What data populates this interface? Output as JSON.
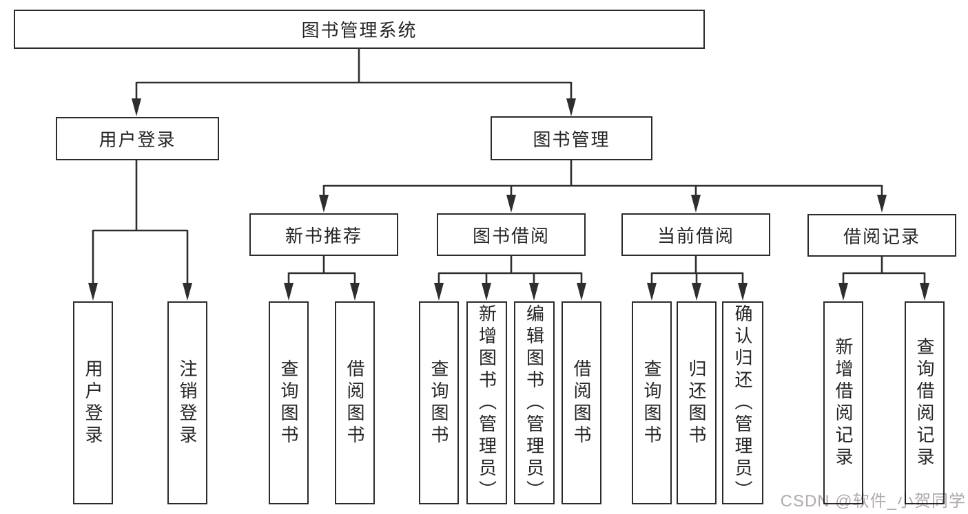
{
  "tree": {
    "root": "图书管理系统",
    "branches": [
      {
        "label": "用户登录",
        "leaves": [
          "用户登录",
          "注销登录"
        ]
      },
      {
        "label": "图书管理",
        "groups": [
          {
            "label": "新书推荐",
            "leaves": [
              "查询图书",
              "借阅图书"
            ]
          },
          {
            "label": "图书借阅",
            "leaves": [
              "查询图书",
              "新增图书（管理员）",
              "编辑图书（管理员）",
              "借阅图书"
            ]
          },
          {
            "label": "当前借阅",
            "leaves": [
              "查询图书",
              "归还图书",
              "确认归还（管理员）"
            ]
          },
          {
            "label": "借阅记录",
            "leaves": [
              "新增借阅记录",
              "查询借阅记录"
            ]
          }
        ]
      }
    ]
  },
  "colors": {
    "line": "#2e2e2e",
    "border": "#2b2b2b",
    "text": "#262626",
    "watermark": "#b3aaaa"
  },
  "watermark": {
    "text": "CSDN @软件_小贺同学"
  }
}
